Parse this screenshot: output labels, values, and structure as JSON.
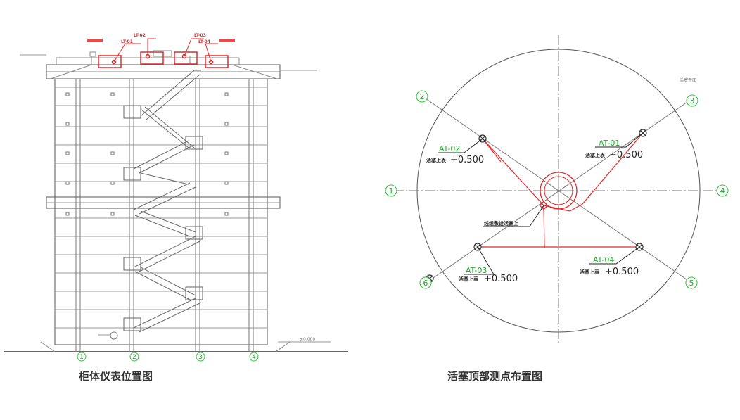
{
  "left_drawing": {
    "caption": "柜体仪表位置图",
    "instrument_tags": [
      "LT-01",
      "LT-02",
      "LT-03",
      "LT-04"
    ],
    "axis_labels": [
      "1",
      "2",
      "3",
      "4"
    ],
    "bottom_elevation": "±0.000"
  },
  "right_drawing": {
    "caption": "活塞顶部测点布置图",
    "corner_note": "活塞平面",
    "center_note": "线缆敷设活塞上",
    "axis_labels": {
      "a1": "1",
      "a2": "2",
      "a3": "3",
      "a4": "4",
      "a5": "5",
      "a6": "6"
    },
    "points": {
      "at01": {
        "tag": "AT-01",
        "prefix": "活塞上表",
        "value": "+0.500"
      },
      "at02": {
        "tag": "AT-02",
        "prefix": "活塞上表",
        "value": "+0.500"
      },
      "at03": {
        "tag": "AT-03",
        "prefix": "活塞上表",
        "value": "+0.500"
      },
      "at04": {
        "tag": "AT-04",
        "prefix": "活塞上表",
        "value": "+0.500"
      }
    }
  },
  "colors": {
    "line": "#555555",
    "red": "#e8282a",
    "green": "#1faa2a",
    "axis_circle": "#35c03c"
  }
}
